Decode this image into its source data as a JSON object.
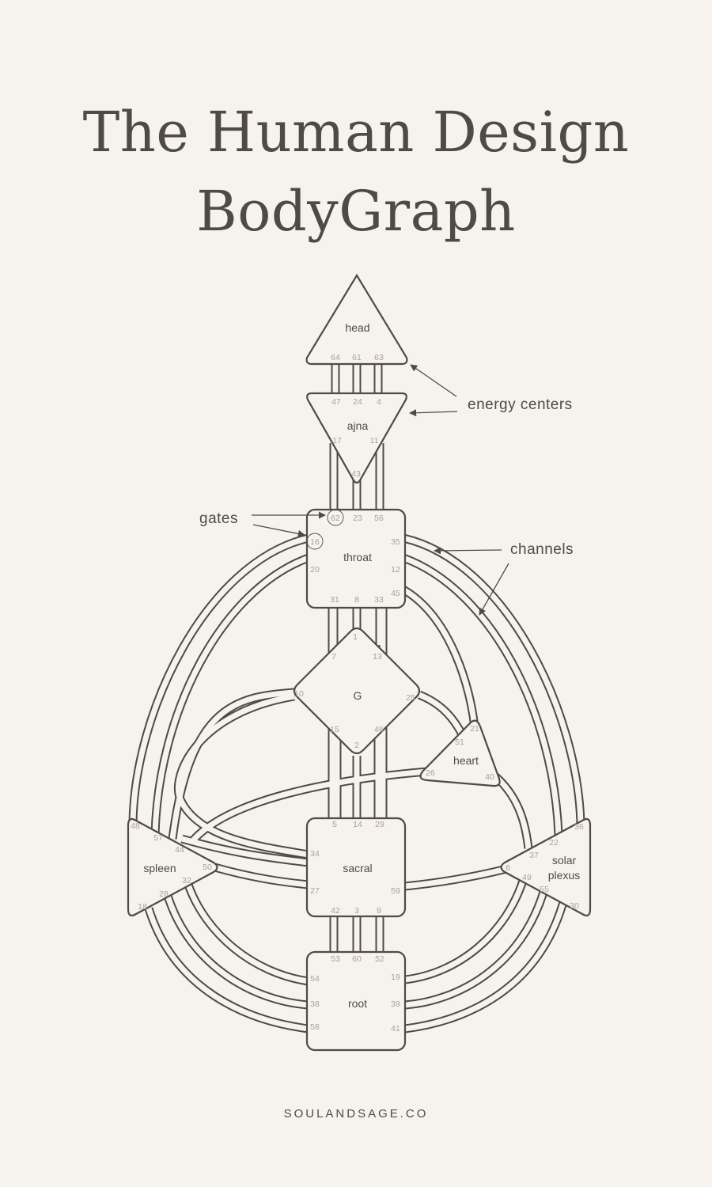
{
  "title_line1": "The Human Design",
  "title_line2": "BodyGraph",
  "footer": "SOULANDSAGE.CO",
  "annotations": {
    "energy_centers": "energy centers",
    "gates": "gates",
    "channels": "channels"
  },
  "centers": {
    "head": "head",
    "ajna": "ajna",
    "throat": "throat",
    "g": "G",
    "heart": "heart",
    "sacral": "sacral",
    "spleen": "spleen",
    "solar_plexus_1": "solar",
    "solar_plexus_2": "plexus",
    "root": "root"
  },
  "gates": {
    "g64": "64",
    "g61": "61",
    "g63": "63",
    "g47": "47",
    "g24": "24",
    "g4": "4",
    "g17": "17",
    "g11": "11",
    "g43": "43",
    "g62": "62",
    "g23": "23",
    "g56": "56",
    "g16": "16",
    "g35": "35",
    "g20": "20",
    "g12": "12",
    "g45": "45",
    "g31": "31",
    "g8": "8",
    "g33": "33",
    "g1": "1",
    "g7": "7",
    "g13": "13",
    "g10": "10",
    "g25": "25",
    "g15": "15",
    "g46": "46",
    "g2": "2",
    "g21": "21",
    "g51": "51",
    "g26": "26",
    "g40": "40",
    "g5": "5",
    "g14": "14",
    "g29": "29",
    "g34": "34",
    "g27": "27",
    "g59": "59",
    "g42": "42",
    "g3": "3",
    "g9": "9",
    "g48": "48",
    "g57": "57",
    "g44": "44",
    "g50": "50",
    "g32": "32",
    "g28": "28",
    "g18": "18",
    "g36": "36",
    "g22": "22",
    "g37": "37",
    "g6": "6",
    "g49": "49",
    "g55": "55",
    "g30": "30",
    "g53": "53",
    "g60": "60",
    "g52": "52",
    "g54": "54",
    "g19": "19",
    "g38": "38",
    "g39": "39",
    "g58": "58",
    "g41": "41"
  },
  "colors": {
    "background": "#f6f2ee",
    "ink": "#4f4a46",
    "gate_text": "#a9a19b"
  }
}
